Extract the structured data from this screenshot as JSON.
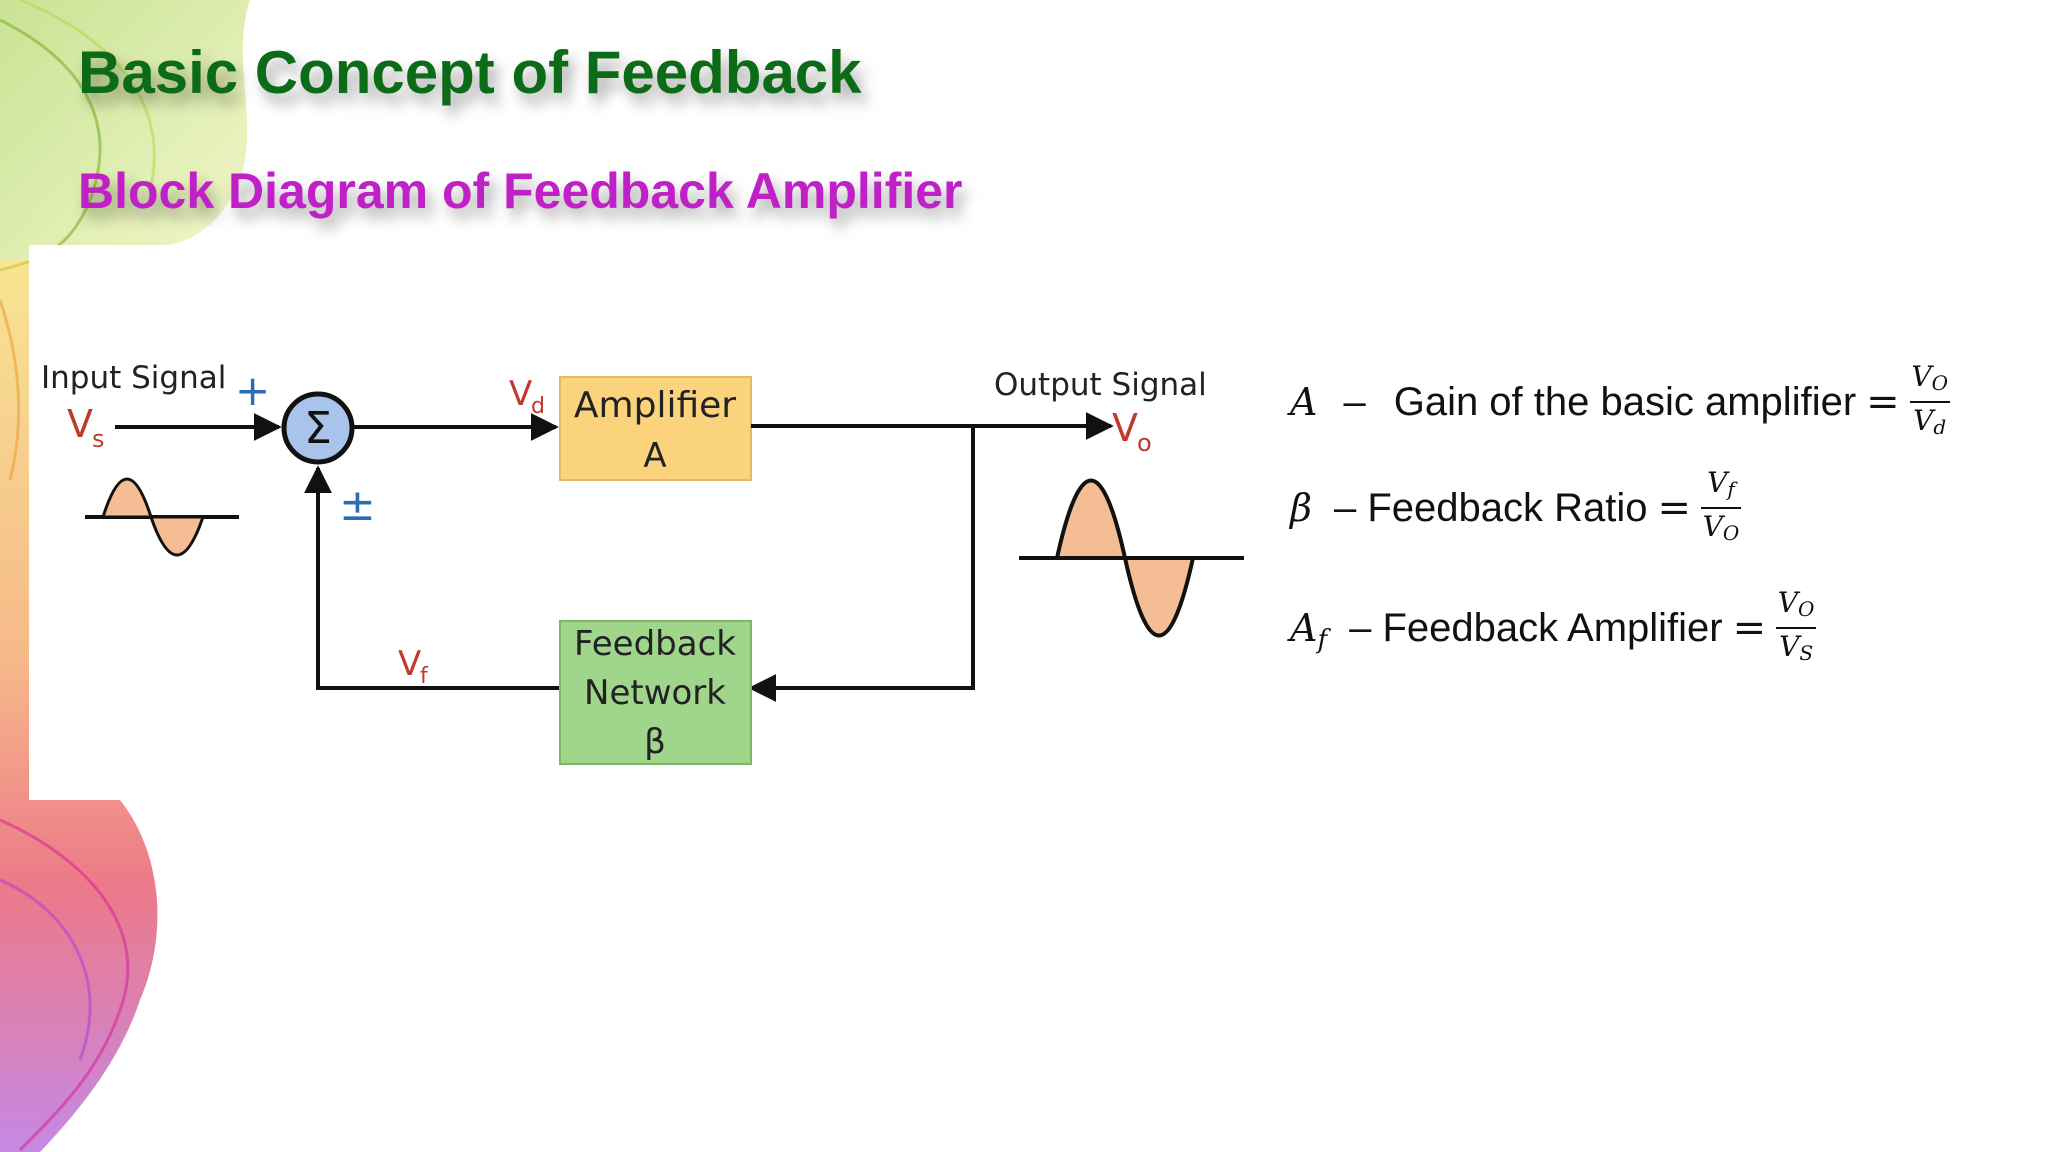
{
  "slide": {
    "title": "Basic Concept of Feedback",
    "subtitle": "Block Diagram of Feedback Amplifier"
  },
  "diagram": {
    "input_label": "Input Signal",
    "input_var": "V",
    "input_var_sub": "s",
    "plus_sign": "+",
    "plusminus_sign": "±",
    "summer_symbol": "Σ",
    "vd_var": "V",
    "vd_sub": "d",
    "amplifier_line1": "Amplifier",
    "amplifier_line2": "A",
    "output_label": "Output Signal",
    "output_var": "V",
    "output_var_sub": "o",
    "vf_var": "V",
    "vf_sub": "f",
    "feedback_line1": "Feedback",
    "feedback_line2": "Network",
    "feedback_line3": "β",
    "colors": {
      "amplifier_fill": "#fad37c",
      "feedback_fill": "#9fd68c",
      "summer_fill": "#a9c4ea",
      "wave_fill": "#f4bd93",
      "label_red": "#c0392b",
      "sign_blue": "#2a6db3"
    }
  },
  "equations": [
    {
      "symbol": "A",
      "symbol_sub": "",
      "text": "Gain of the basic amplifier",
      "num": "V",
      "num_sub": "O",
      "den": "V",
      "den_sub": "d"
    },
    {
      "symbol": "β",
      "symbol_sub": "",
      "text": "– Feedback Ratio",
      "num": "V",
      "num_sub": "f",
      "den": "V",
      "den_sub": "O"
    },
    {
      "symbol": "A",
      "symbol_sub": "f",
      "text": "– Feedback Amplifier",
      "num": "V",
      "num_sub": "O",
      "den": "V",
      "den_sub": "S"
    }
  ]
}
